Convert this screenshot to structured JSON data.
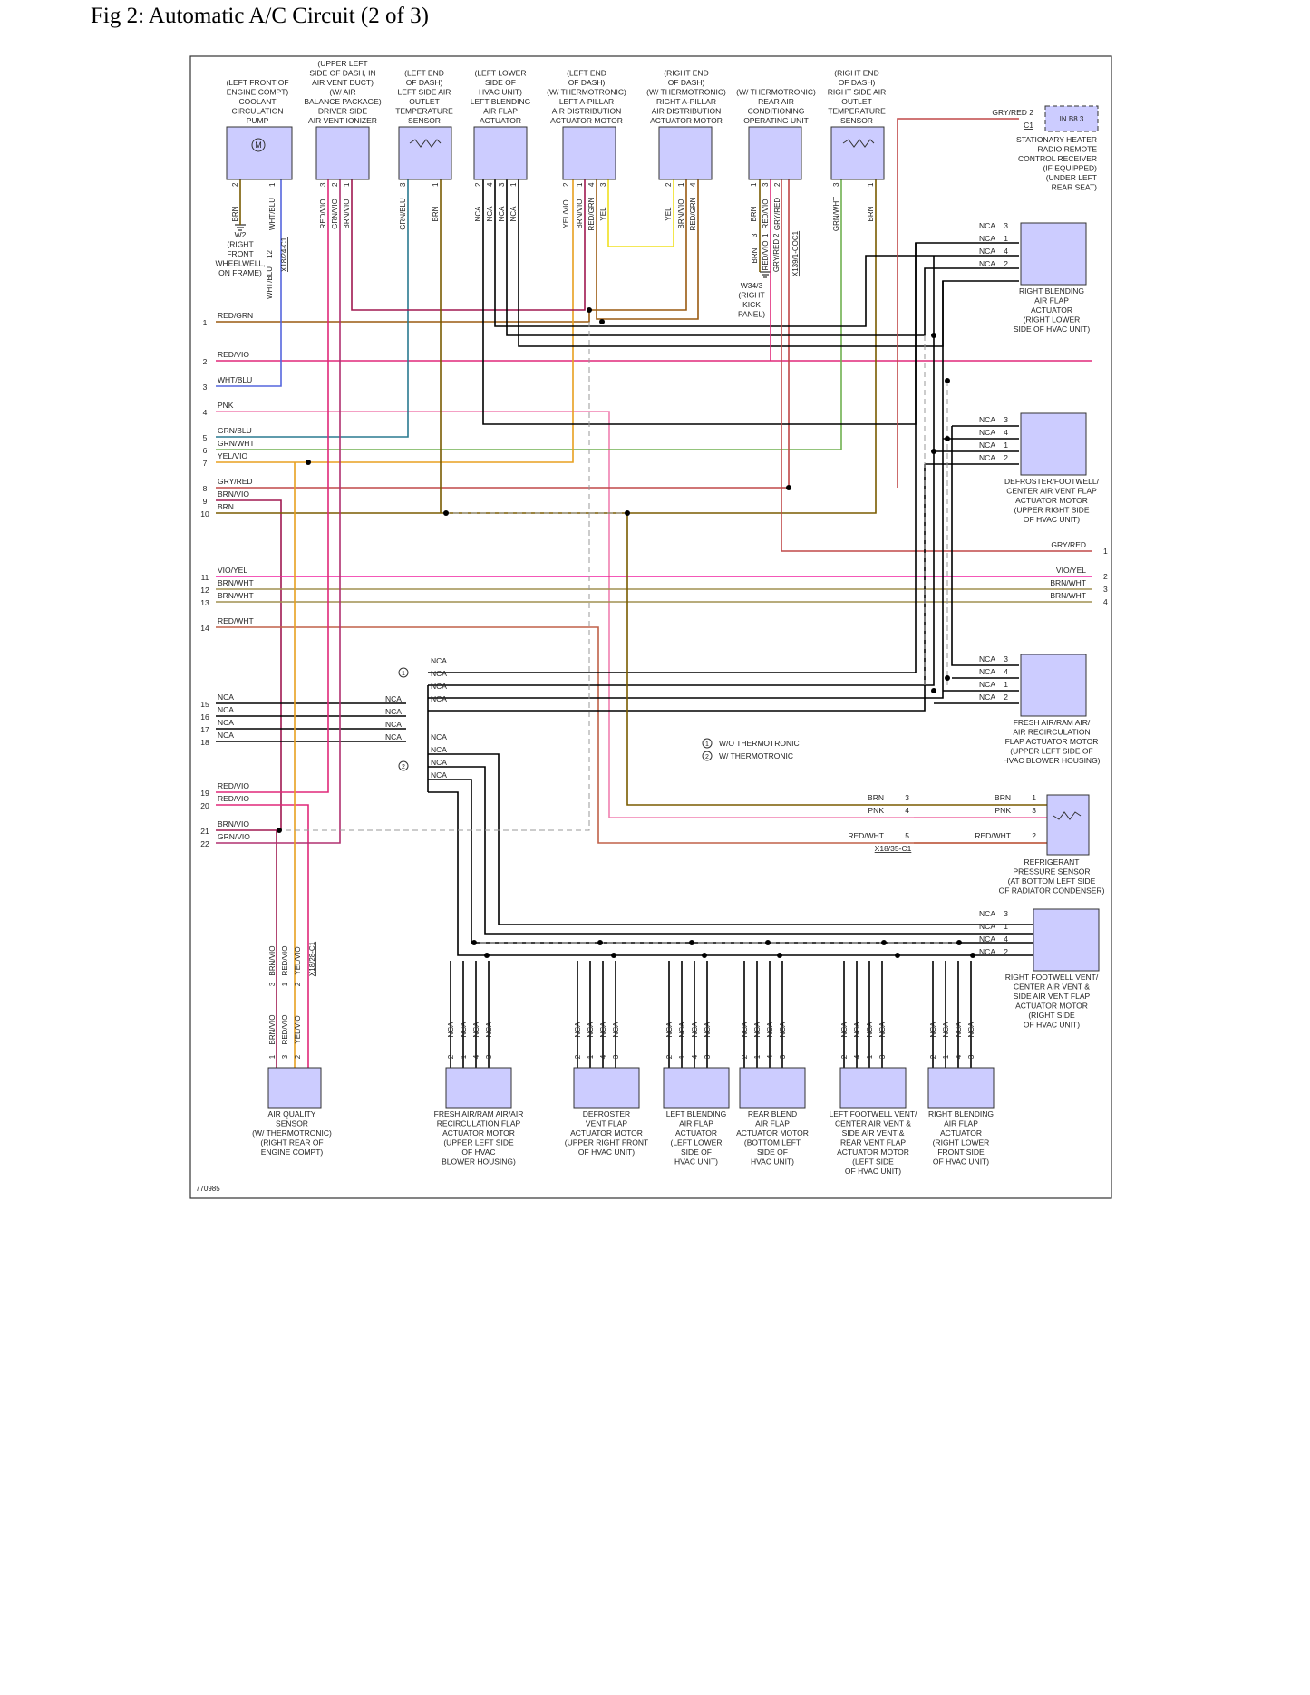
{
  "title": "Fig 2: Automatic A/C Circuit (2 of 3)",
  "figure_id": "770985",
  "legend": [
    {
      "mark": "1",
      "text": "W/O THERMOTRONIC"
    },
    {
      "mark": "2",
      "text": "W/ THERMOTRONIC"
    }
  ],
  "wire_colors": {
    "BRN": "#7a5c00",
    "RED/GRN": "#9a5a10",
    "RED/VIO": "#e0287a",
    "WHT/BLU": "#5566dd",
    "PNK": "#f080b0",
    "GRN/BLU": "#2a7a90",
    "GRN/WHT": "#70b050",
    "YEL/VIO": "#e8a020",
    "GRY/RED": "#c04848",
    "BRN/VIO": "#a01850",
    "VIO/YEL": "#f020a0",
    "BRN/WHT": "#a09050",
    "RED/WHT": "#c06048",
    "YEL": "#f0e020",
    "NCA": "#000000",
    "GRN/VIO": "#b03070"
  },
  "top_components": [
    {
      "name": "w2_pump",
      "lines": [
        "(LEFT FRONT OF",
        "ENGINE COMPT)",
        "COOLANT",
        "CIRCULATION",
        "PUMP"
      ],
      "pins": [
        "2",
        "1"
      ],
      "wires": [
        "BRN",
        "WHT/BLU"
      ]
    },
    {
      "name": "ionizer",
      "lines": [
        "(UPPER LEFT",
        "SIDE OF DASH, IN",
        "AIR VENT DUCT)",
        "(W/ AIR",
        "BALANCE PACKAGE)",
        "DRIVER SIDE",
        "AIR VENT IONIZER"
      ],
      "pins": [
        "3",
        "2",
        "1"
      ],
      "wires": [
        "RED/VIO",
        "GRN/VIO",
        "BRN/VIO"
      ]
    },
    {
      "name": "left_temp_sensor",
      "lines": [
        "(LEFT END",
        "OF DASH)",
        "LEFT SIDE AIR",
        "OUTLET",
        "TEMPERATURE",
        "SENSOR"
      ],
      "pins": [
        "3",
        "1"
      ],
      "wires": [
        "GRN/BLU",
        "BRN"
      ]
    },
    {
      "name": "left_blend_actuator",
      "lines": [
        "(LEFT LOWER",
        "SIDE OF",
        "HVAC UNIT)",
        "LEFT BLENDING",
        "AIR FLAP",
        "ACTUATOR"
      ],
      "pins": [
        "2",
        "4",
        "3",
        "1"
      ],
      "wires": [
        "NCA",
        "NCA",
        "NCA",
        "NCA"
      ]
    },
    {
      "name": "left_apillar_motor",
      "lines": [
        "(LEFT END",
        "OF DASH)",
        "(W/ THERMOTRONIC)",
        "LEFT A-PILLAR",
        "AIR DISTRIBUTION",
        "ACTUATOR MOTOR"
      ],
      "pins": [
        "2",
        "1",
        "4",
        "3"
      ],
      "wires": [
        "YEL/VIO",
        "BRN/VIO",
        "RED/GRN",
        "YEL"
      ]
    },
    {
      "name": "right_apillar_motor",
      "lines": [
        "(RIGHT END",
        "OF DASH)",
        "(W/ THERMOTRONIC)",
        "RIGHT A-PILLAR",
        "AIR DISTRIBUTION",
        "ACTUATOR MOTOR"
      ],
      "pins": [
        "2",
        "1",
        "4"
      ],
      "wires": [
        "YEL",
        "BRN/VIO",
        "RED/GRN"
      ]
    },
    {
      "name": "rear_ac_unit",
      "lines": [
        "(W/ THERMOTRONIC)",
        "REAR AIR",
        "CONDITIONING",
        "OPERATING UNIT"
      ],
      "pins": [
        "1",
        "3",
        "2"
      ],
      "wires": [
        "BRN",
        "RED/VIO",
        "GRY/RED"
      ]
    },
    {
      "name": "right_temp_sensor",
      "lines": [
        "(RIGHT END",
        "OF DASH)",
        "RIGHT SIDE AIR",
        "OUTLET",
        "TEMPERATURE",
        "SENSOR"
      ],
      "pins": [
        "3",
        "1"
      ],
      "wires": [
        "GRN/WHT",
        "BRN"
      ]
    }
  ],
  "ground_w2": [
    "W2",
    "(RIGHT",
    "FRONT",
    "WHEELWELL,",
    "ON FRAME)"
  ],
  "ground_w34": [
    "W34/3",
    "(RIGHT",
    "KICK",
    "PANEL)"
  ],
  "connector_x18_24": {
    "pin": "12",
    "wire": "WHT/BLU",
    "label": "X18/24-C1"
  },
  "connector_x139": {
    "pins": [
      "3",
      "1",
      "2"
    ],
    "wires": [
      "BRN",
      "RED/VIO",
      "GRY/RED"
    ],
    "label": "X139/1-COC1"
  },
  "stationary_heater": {
    "wire": "GRY/RED",
    "pin": "2",
    "conn": "C1",
    "box_label": "IN B8 3",
    "lines": [
      "STATIONARY HEATER",
      "RADIO REMOTE",
      "CONTROL RECEIVER",
      "(IF EQUIPPED)",
      "(UNDER LEFT",
      "REAR SEAT)"
    ]
  },
  "left_wires": [
    {
      "num": "1",
      "color": "RED/GRN"
    },
    {
      "num": "2",
      "color": "RED/VIO"
    },
    {
      "num": "3",
      "color": "WHT/BLU"
    },
    {
      "num": "4",
      "color": "PNK"
    },
    {
      "num": "5",
      "color": "GRN/BLU"
    },
    {
      "num": "6",
      "color": "GRN/WHT"
    },
    {
      "num": "7",
      "color": "YEL/VIO"
    },
    {
      "num": "8",
      "color": "GRY/RED"
    },
    {
      "num": "9",
      "color": "BRN/VIO"
    },
    {
      "num": "10",
      "color": "BRN"
    },
    {
      "num": "11",
      "color": "VIO/YEL"
    },
    {
      "num": "12",
      "color": "BRN/WHT"
    },
    {
      "num": "13",
      "color": "BRN/WHT"
    },
    {
      "num": "14",
      "color": "RED/WHT"
    },
    {
      "num": "15",
      "color": "NCA"
    },
    {
      "num": "16",
      "color": "NCA"
    },
    {
      "num": "17",
      "color": "NCA"
    },
    {
      "num": "18",
      "color": "NCA"
    },
    {
      "num": "19",
      "color": "RED/VIO"
    },
    {
      "num": "20",
      "color": "RED/VIO"
    },
    {
      "num": "21",
      "color": "BRN/VIO"
    },
    {
      "num": "22",
      "color": "GRN/VIO"
    }
  ],
  "right_outputs": [
    {
      "num": "1",
      "color": "GRY/RED"
    },
    {
      "num": "2",
      "color": "VIO/YEL"
    },
    {
      "num": "3",
      "color": "BRN/WHT"
    },
    {
      "num": "4",
      "color": "BRN/WHT"
    }
  ],
  "right_components": [
    {
      "name": "right_blend_actuator",
      "pins": [
        "3",
        "1",
        "4",
        "2"
      ],
      "wires": [
        "NCA",
        "NCA",
        "NCA",
        "NCA"
      ],
      "lines": [
        "RIGHT BLENDING",
        "AIR FLAP",
        "ACTUATOR",
        "(RIGHT LOWER",
        "SIDE OF HVAC UNIT)"
      ]
    },
    {
      "name": "defroster_footwell_motor",
      "pins": [
        "3",
        "4",
        "1",
        "2"
      ],
      "wires": [
        "NCA",
        "NCA",
        "NCA",
        "NCA"
      ],
      "lines": [
        "DEFROSTER/FOOTWELL/",
        "CENTER AIR VENT FLAP",
        "ACTUATOR MOTOR",
        "(UPPER RIGHT SIDE",
        "OF HVAC UNIT)"
      ]
    },
    {
      "name": "fresh_air_motor_upper",
      "pins": [
        "3",
        "4",
        "1",
        "2"
      ],
      "wires": [
        "NCA",
        "NCA",
        "NCA",
        "NCA"
      ],
      "lines": [
        "FRESH AIR/RAM AIR/",
        "AIR RECIRCULATION",
        "FLAP ACTUATOR MOTOR",
        "(UPPER LEFT SIDE OF",
        "HVAC BLOWER HOUSING)"
      ]
    },
    {
      "name": "right_footwell_motor",
      "pins": [
        "3",
        "1",
        "4",
        "2"
      ],
      "wires": [
        "NCA",
        "NCA",
        "NCA",
        "NCA"
      ],
      "lines": [
        "RIGHT FOOTWELL VENT/",
        "CENTER AIR VENT &",
        "SIDE AIR VENT FLAP",
        "ACTUATOR MOTOR",
        "(RIGHT SIDE",
        "OF HVAC UNIT)"
      ]
    }
  ],
  "pressure_sensor": {
    "left_wires": [
      "BRN",
      "PNK",
      "RED/WHT"
    ],
    "left_pins": [
      "3",
      "4",
      "5"
    ],
    "conn": "X18/35-C1",
    "right_wires": [
      "BRN",
      "PNK",
      "RED/WHT"
    ],
    "right_pins": [
      "1",
      "3",
      "2"
    ],
    "lines": [
      "REFRIGERANT",
      "PRESSURE SENSOR",
      "(AT BOTTOM LEFT SIDE",
      "OF RADIATOR CONDENSER)"
    ]
  },
  "mid_group1": [
    "NCA",
    "NCA",
    "NCA",
    "NCA"
  ],
  "mid_group2": [
    "NCA",
    "NCA",
    "NCA",
    "NCA"
  ],
  "mid_left": [
    "NCA",
    "NCA",
    "NCA",
    "NCA"
  ],
  "aq_wires_upper": [
    "BRN/VIO",
    "RED/VIO",
    "YEL/VIO"
  ],
  "aq_conn": {
    "pins": [
      "3",
      "1",
      "2"
    ],
    "label": "X18/28-C1"
  },
  "bottom_components": [
    {
      "name": "air_quality_sensor",
      "wires": [
        "BRN/VIO",
        "RED/VIO",
        "YEL/VIO"
      ],
      "pins": [
        "1",
        "3",
        "2"
      ],
      "lines": [
        "AIR QUALITY",
        "SENSOR",
        "(W/ THERMOTRONIC)",
        "(RIGHT REAR OF",
        "ENGINE COMPT)"
      ]
    },
    {
      "name": "fresh_air_motor_lower",
      "wires": [
        "NCA",
        "NCA",
        "NCA",
        "NCA"
      ],
      "pins": [
        "2",
        "1",
        "4",
        "3"
      ],
      "lines": [
        "FRESH AIR/RAM AIR/AIR",
        "RECIRCULATION FLAP",
        "ACTUATOR MOTOR",
        "(UPPER LEFT SIDE",
        "OF HVAC",
        "BLOWER HOUSING)"
      ]
    },
    {
      "name": "defroster_vent_motor",
      "wires": [
        "NCA",
        "NCA",
        "NCA",
        "NCA"
      ],
      "pins": [
        "2",
        "1",
        "4",
        "3"
      ],
      "lines": [
        "DEFROSTER",
        "VENT FLAP",
        "ACTUATOR MOTOR",
        "(UPPER RIGHT FRONT",
        "OF HVAC UNIT)"
      ]
    },
    {
      "name": "left_blend_actuator_lower",
      "wires": [
        "NCA",
        "NCA",
        "NCA",
        "NCA"
      ],
      "pins": [
        "2",
        "1",
        "4",
        "3"
      ],
      "lines": [
        "LEFT BLENDING",
        "AIR FLAP",
        "ACTUATOR",
        "(LEFT LOWER",
        "SIDE OF",
        "HVAC UNIT)"
      ]
    },
    {
      "name": "rear_blend_motor",
      "wires": [
        "NCA",
        "NCA",
        "NCA",
        "NCA"
      ],
      "pins": [
        "2",
        "1",
        "4",
        "3"
      ],
      "lines": [
        "REAR BLEND",
        "AIR FLAP",
        "ACTUATOR MOTOR",
        "(BOTTOM LEFT",
        "SIDE OF",
        "HVAC UNIT)"
      ]
    },
    {
      "name": "left_footwell_motor",
      "wires": [
        "NCA",
        "NCA",
        "NCA",
        "NCA"
      ],
      "pins": [
        "2",
        "4",
        "1",
        "3"
      ],
      "lines": [
        "LEFT FOOTWELL VENT/",
        "CENTER AIR VENT &",
        "SIDE AIR VENT &",
        "REAR VENT FLAP",
        "ACTUATOR MOTOR",
        "(LEFT SIDE",
        "OF HVAC UNIT)"
      ]
    },
    {
      "name": "right_blend_actuator_lower",
      "wires": [
        "NCA",
        "NCA",
        "NCA",
        "NCA"
      ],
      "pins": [
        "2",
        "1",
        "4",
        "3"
      ],
      "lines": [
        "RIGHT BLENDING",
        "AIR FLAP",
        "ACTUATOR",
        "(RIGHT LOWER",
        "FRONT SIDE",
        "OF HVAC UNIT)"
      ]
    }
  ]
}
